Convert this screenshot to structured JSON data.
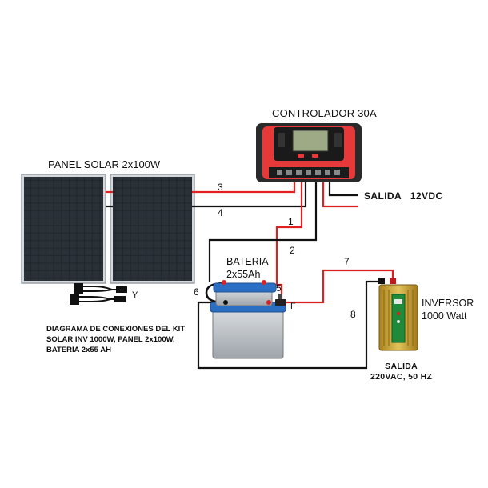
{
  "labels": {
    "panel": "PANEL SOLAR 2x100W",
    "controller": "CONTROLADOR 30A",
    "battery_line1": "BATERIA",
    "battery_line2": "2x55Ah",
    "inverter_line1": "INVERSOR",
    "inverter_line2": "1000 Watt",
    "output_dc": "SALIDA   12VDC",
    "output_ac_line1": "SALIDA",
    "output_ac_line2": "220VAC, 50 HZ",
    "caption": "DIAGRAMA DE CONEXIONES DEL KIT SOLAR INV 1000W, PANEL 2x100W, BATERIA 2x55 AH",
    "connector_y": "Y",
    "fuse_f": "F"
  },
  "wires": [
    {
      "id": "1",
      "color": "#e02020"
    },
    {
      "id": "2",
      "color": "#111111"
    },
    {
      "id": "3",
      "color": "#e02020"
    },
    {
      "id": "4",
      "color": "#111111"
    },
    {
      "id": "5",
      "color": "#e02020"
    },
    {
      "id": "6",
      "color": "#111111"
    },
    {
      "id": "7",
      "color": "#e02020"
    },
    {
      "id": "8",
      "color": "#111111"
    }
  ],
  "colors": {
    "wire_positive": "#e02020",
    "wire_negative": "#111111",
    "controller_body": "#e63a3a",
    "inverter_body": "#c9a338",
    "battery_lid": "#2b6fc4",
    "solar_cell": "#1d2126"
  }
}
